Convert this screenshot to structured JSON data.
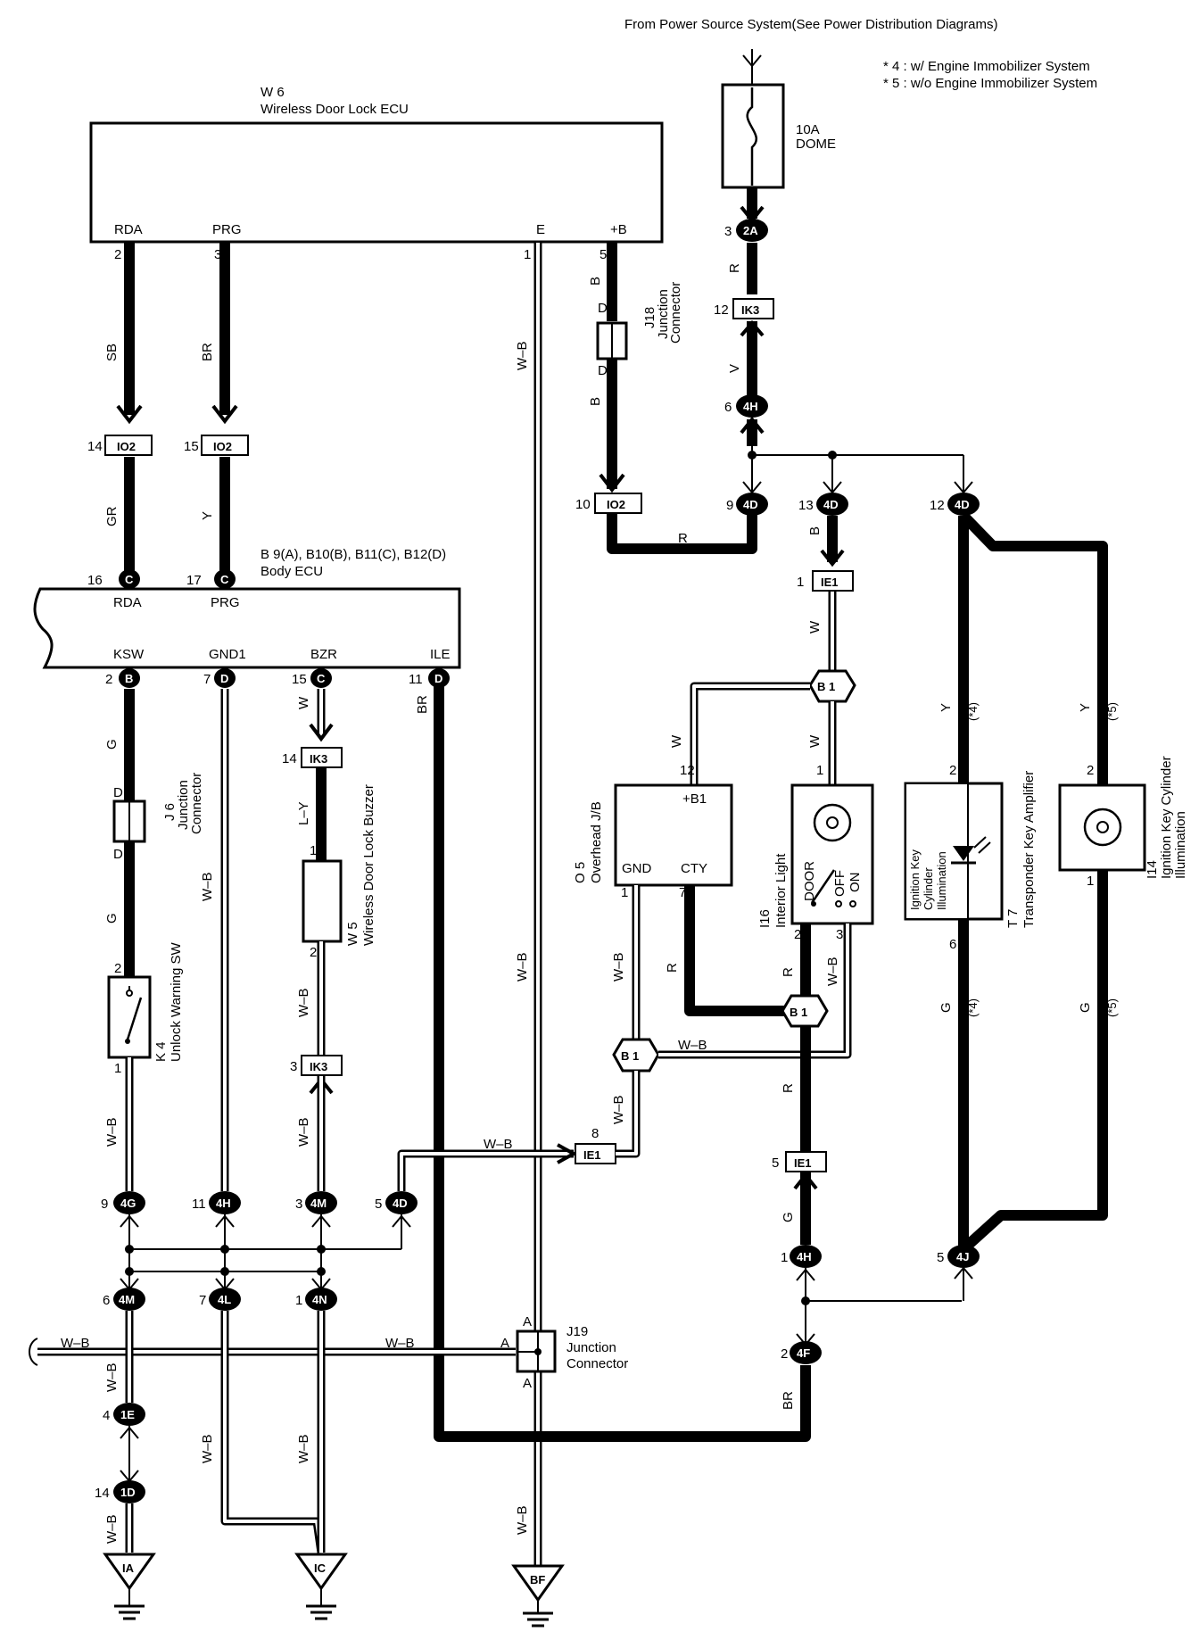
{
  "header": {
    "source": "From Power Source System(See Power Distribution Diagrams)",
    "note1": "* 4 : w/ Engine Immobilizer System",
    "note2": "* 5 : w/o Engine Immobilizer System"
  },
  "ecu_w6": {
    "id": "W 6",
    "name": "Wireless Door Lock ECU",
    "pins": [
      "RDA",
      "PRG",
      "E",
      "+B"
    ],
    "pin_nums": [
      "2",
      "3",
      "1",
      "5"
    ]
  },
  "fuse": {
    "rating": "10A",
    "name": "DOME"
  },
  "body_ecu": {
    "id": "B 9(A), B10(B), B11(C), B12(D)",
    "name": "Body ECU",
    "top_pins": [
      "RDA",
      "PRG"
    ],
    "bottom_pins": [
      "KSW",
      "GND1",
      "BZR",
      "ILE"
    ]
  },
  "j18": {
    "id": "J18",
    "name1": "Junction",
    "name2": "Connector"
  },
  "j6": {
    "id": "J 6",
    "name1": "Junction",
    "name2": "Connector"
  },
  "j19": {
    "id": "J19",
    "name1": "Junction",
    "name2": "Connector"
  },
  "k4": {
    "id": "K 4",
    "name": "Unlock Warning SW"
  },
  "w5": {
    "id": "W 5",
    "name": "Wireless Door Lock Buzzer"
  },
  "o5": {
    "id": "O 5",
    "name": "Overhead J/B",
    "pins": [
      "+B1",
      "GND",
      "CTY"
    ]
  },
  "i16": {
    "id": "I16",
    "name": "Interior Light",
    "switch": [
      "DOOR",
      "OFF",
      "ON"
    ]
  },
  "t7": {
    "id": "T 7",
    "name": "Transponder Key Amplifier",
    "inner": [
      "Ignition Key",
      "Cylinder",
      "Illumination"
    ]
  },
  "i14": {
    "id": "I14",
    "name": "Ignition Key Cylinder",
    "name2": "Illumination"
  },
  "connectors": {
    "io2": "IO2",
    "ik3": "IK3",
    "ie1": "IE1",
    "c2a": "2A",
    "c4h": "4H",
    "c4d": "4D",
    "c4g": "4G",
    "c4m": "4M",
    "c4l": "4L",
    "c4n": "4N",
    "c1e": "1E",
    "c1d": "1D",
    "c4j": "4J",
    "c4f": "4F",
    "cc": "C",
    "cb": "B",
    "cd": "D",
    "b1": "B 1"
  },
  "grounds": [
    "IA",
    "IC",
    "BF"
  ],
  "wires": {
    "SB": "SB",
    "BR": "BR",
    "GR": "GR",
    "Y": "Y",
    "WB": "W–B",
    "B": "B",
    "R": "R",
    "V": "V",
    "W": "W",
    "G": "G",
    "LY": "L–Y",
    "D": "D",
    "star4": "(*4)",
    "star5": "(*5)"
  },
  "pins": {
    "p1": "1",
    "p2": "2",
    "p3": "3",
    "p4": "4",
    "p5": "5",
    "p6": "6",
    "p7": "7",
    "p8": "8",
    "p9": "9",
    "p10": "10",
    "p11": "11",
    "p12": "12",
    "p13": "13",
    "p14": "14",
    "p15": "15",
    "p16": "16",
    "p17": "17",
    "pA": "A"
  }
}
